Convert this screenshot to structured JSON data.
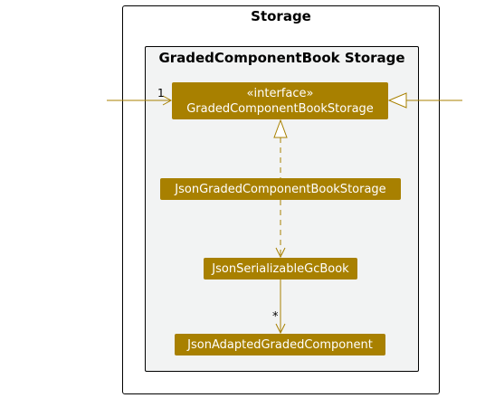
{
  "packages": {
    "outer_title": "Storage",
    "inner_title": "GradedComponentBook Storage"
  },
  "nodes": {
    "interface_stereotype": "«interface»",
    "interface_name": "GradedComponentBookStorage",
    "json_storage": "JsonGradedComponentBookStorage",
    "serializable_book": "JsonSerializableGcBook",
    "adapted_component": "JsonAdaptedGradedComponent"
  },
  "multiplicities": {
    "incoming": "1",
    "adapted": "*"
  },
  "colors": {
    "node_fill": "#a88000",
    "edge": "#a88000",
    "package_fill": "#f2f3f3"
  }
}
